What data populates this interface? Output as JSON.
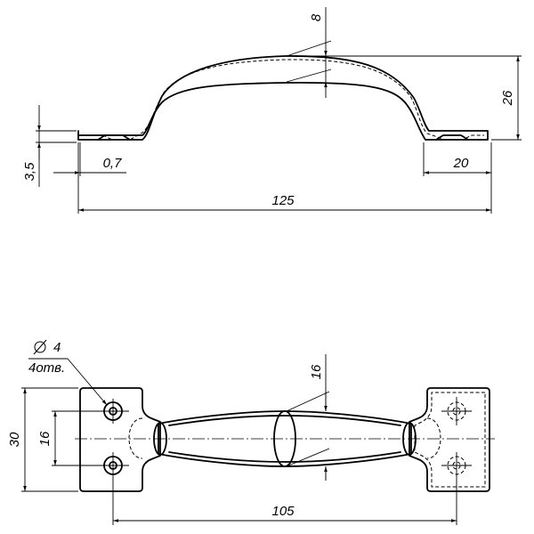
{
  "dimensions": {
    "overall_length": "125",
    "height": "26",
    "rise": "8",
    "base_thickness": "3,5",
    "sheet_thickness": "0,7",
    "foot_length": "20",
    "hole_pitch": "105",
    "grip_width": "16",
    "plate_width": "30",
    "hole_spacing": "16"
  },
  "holes": {
    "diameter": "4",
    "count": "4отв."
  }
}
